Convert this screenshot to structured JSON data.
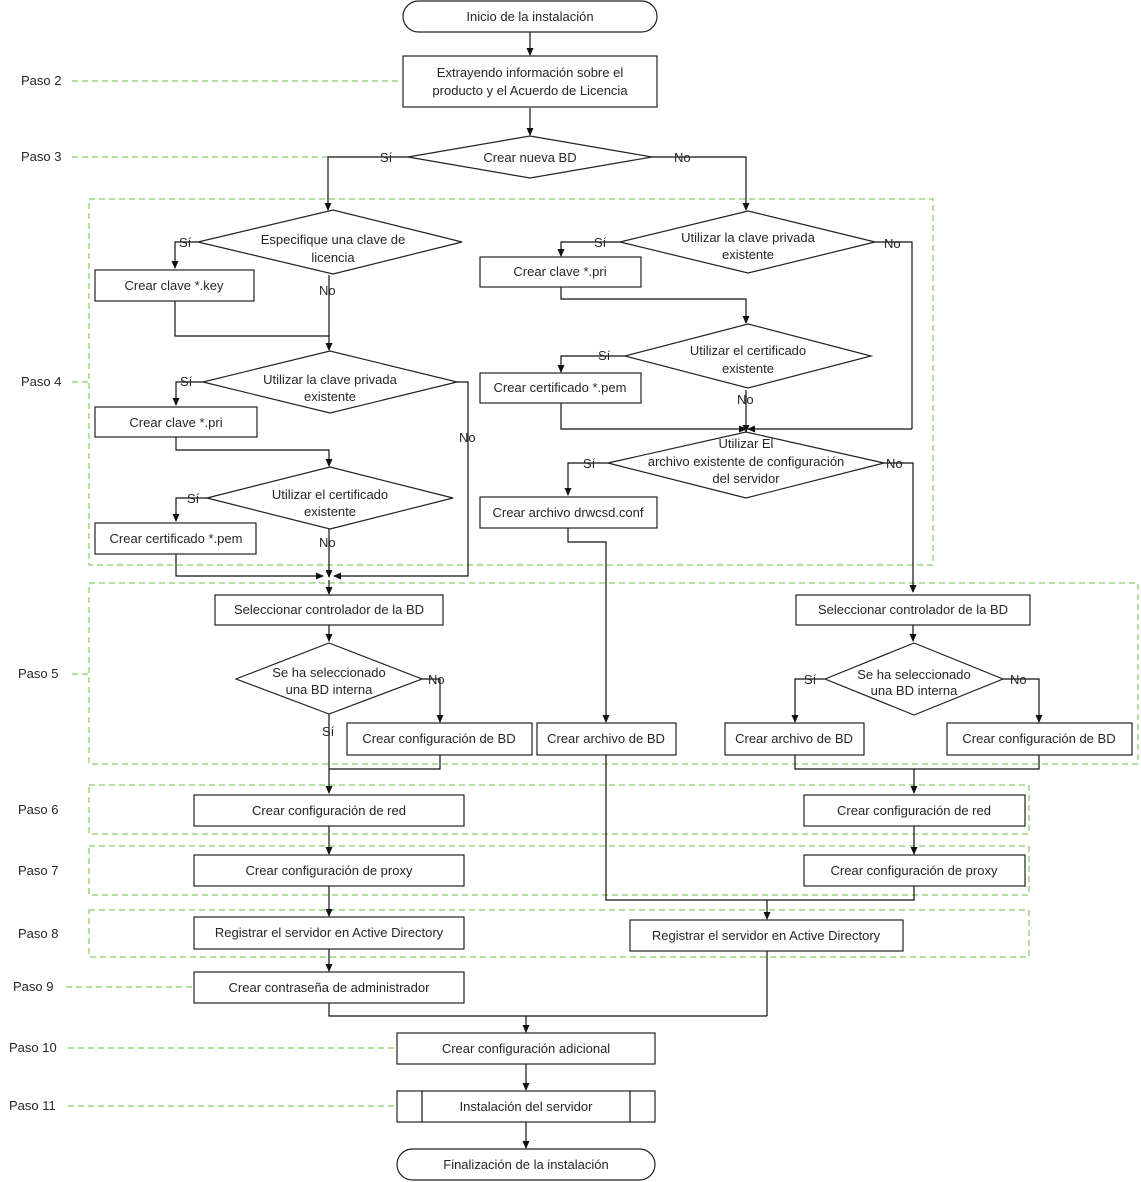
{
  "colors": {
    "stroke": "#222222",
    "text": "#262626",
    "step_guide": "#6cbf45"
  },
  "steps": {
    "s2": "Paso 2",
    "s3": "Paso 3",
    "s4": "Paso 4",
    "s5": "Paso 5",
    "s6": "Paso 6",
    "s7": "Paso 7",
    "s8": "Paso 8",
    "s9": "Paso 9",
    "s10": "Paso 10",
    "s11": "Paso 11"
  },
  "nodes": {
    "start": "Inicio de la instalación",
    "extract": [
      "Extrayendo información sobre el",
      "producto y el Acuerdo de Licencia"
    ],
    "create_db": "Crear nueva BD",
    "specify_key": [
      "Especifique una clave de",
      "licencia"
    ],
    "create_key": "Crear clave *.key",
    "use_priv_left": [
      "Utilizar la clave privada",
      "existente"
    ],
    "create_pri_left": "Crear clave *.pri",
    "use_cert_left": [
      "Utilizar el certificado",
      "existente"
    ],
    "create_pem_left": "Crear certificado *.pem",
    "use_priv_right": [
      "Utilizar la clave privada",
      "existente"
    ],
    "create_pri_right": "Crear clave *.pri",
    "use_cert_right": [
      "Utilizar el certificado",
      "existente"
    ],
    "create_pem_right": "Crear certificado *.pem",
    "use_conf": [
      "Utilizar El",
      "archivo existente de configuración",
      "del servidor"
    ],
    "create_conf_file": "Crear archivo drwcsd.conf",
    "select_driver_left": "Seleccionar controlador de la BD",
    "internal_db_left": [
      "Se ha seleccionado",
      "una BD interna"
    ],
    "db_config_left": "Crear configuración de BD",
    "db_file_mid": "Crear archivo de BD",
    "select_driver_right": "Seleccionar controlador de la BD",
    "internal_db_right": [
      "Se ha seleccionado",
      "una BD interna"
    ],
    "db_file_right": "Crear archivo de BD",
    "db_config_right": "Crear configuración de BD",
    "net_left": "Crear configuración de red",
    "net_right": "Crear configuración de red",
    "proxy_left": "Crear configuración de proxy",
    "proxy_right": "Crear configuración de proxy",
    "ad_left": "Registrar el servidor en Active Directory",
    "ad_right": "Registrar el servidor en Active Directory",
    "admin_pwd": "Crear contraseña de administrador",
    "extra_config": "Crear configuración adicional",
    "install": "Instalación del servidor",
    "end": "Finalización de la instalación"
  },
  "branch": {
    "yes": "Sí",
    "no": "No"
  }
}
